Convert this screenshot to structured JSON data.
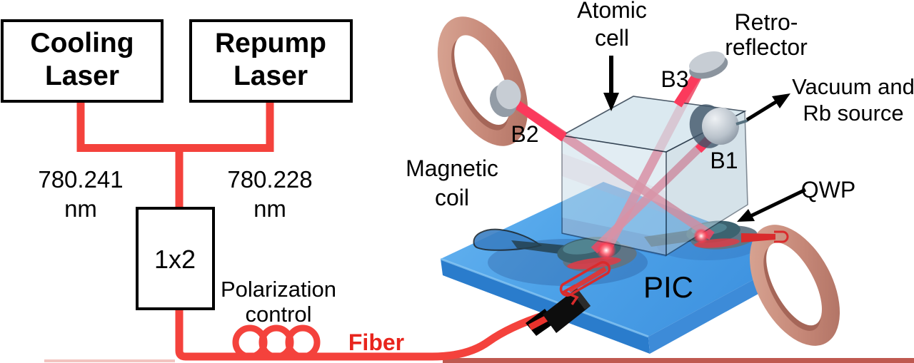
{
  "flowchart": {
    "cooling_laser": {
      "line1": "Cooling",
      "line2": "Laser"
    },
    "repump_laser": {
      "line1": "Repump",
      "line2": "Laser"
    },
    "cooling_wavelength": {
      "value": "780.241",
      "unit": "nm"
    },
    "repump_wavelength": {
      "value": "780.228",
      "unit": "nm"
    },
    "splitter_label": "1x2",
    "polarization_control": {
      "line1": "Polarization",
      "line2": "control"
    },
    "fiber_label": "Fiber"
  },
  "scene": {
    "atomic_cell": {
      "line1": "Atomic",
      "line2": "cell"
    },
    "retro_reflector": {
      "line1": "Retro-",
      "line2": "reflector"
    },
    "vacuum_rb_source": {
      "line1": "Vacuum and",
      "line2": "Rb source"
    },
    "magnetic_coil": {
      "line1": "Magnetic",
      "line2": "coil"
    },
    "beam_b1": "B1",
    "beam_b2": "B2",
    "beam_b3": "B3",
    "qwp_label": "QWP",
    "pic_label": "PIC"
  },
  "colors": {
    "line_red": "#f4423c",
    "waveguide_red": "#d92b2c",
    "beam_pink": "#ee4663",
    "chip_blue": "#4da2e8",
    "coil_copper": "#c48575",
    "glass_blue": "#cfe2ec",
    "fiber_label_red": "#e8251d"
  }
}
